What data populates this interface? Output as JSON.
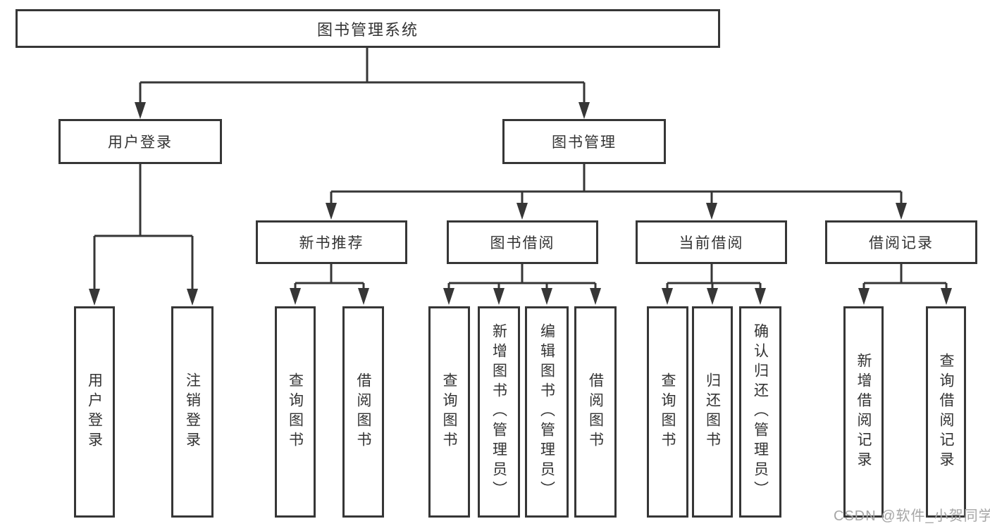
{
  "tree": {
    "root": "图书管理系统",
    "branches": [
      {
        "label": "用户登录",
        "children": [
          "用户登录",
          "注销登录"
        ]
      },
      {
        "label": "图书管理",
        "children": [
          {
            "label": "新书推荐",
            "children": [
              "查询图书",
              "借阅图书"
            ]
          },
          {
            "label": "图书借阅",
            "children": [
              "查询图书",
              "新增图书（管理员）",
              "编辑图书（管理员）",
              "借阅图书"
            ]
          },
          {
            "label": "当前借阅",
            "children": [
              "查询图书",
              "归还图书",
              "确认归还（管理员）"
            ]
          },
          {
            "label": "借阅记录",
            "children": [
              "新增借阅记录",
              "查询借阅记录"
            ]
          }
        ]
      }
    ]
  },
  "watermark": "CSDN @软件_小贺同学",
  "colors": {
    "line": "#363636",
    "box_background": "#ffffff",
    "text": "#333333",
    "watermark": "#a6a6a6"
  }
}
